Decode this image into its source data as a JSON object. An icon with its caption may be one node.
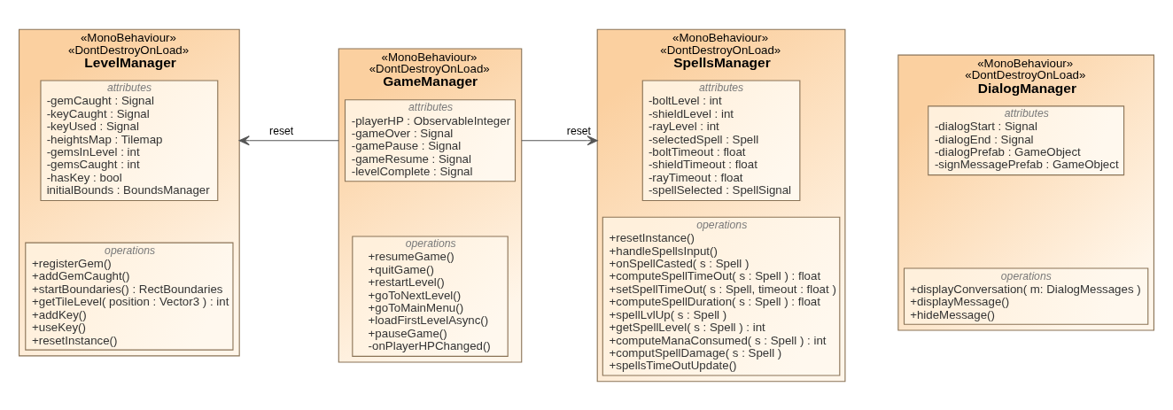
{
  "diagram": {
    "nodes": [
      {
        "text": [
          "«MonoBehaviour»",
          "«DontDestroyOnLoad»",
          "LevelManager"
        ]
      },
      {
        "text": [
          "attributes",
          "-gemCaught : Signal",
          "-keyCaught : Signal",
          "-keyUsed : Signal",
          "-heightsMap : Tilemap",
          "-gemsInLevel : int",
          "-gemsCaught : int",
          "-hasKey : bool",
          "initialBounds : BoundsManager"
        ],
        "in": 0
      },
      {
        "text": [
          "operations",
          "+registerGem()",
          "+addGemCaught()",
          "+startBoundaries() : RectBoundaries",
          "+getTileLevel( position : Vector3 ) : int",
          "+addKey()",
          "+useKey()",
          "+resetInstance()"
        ],
        "in": 0
      },
      {
        "text": [
          "«MonoBehaviour»",
          "«DontDestroyOnLoad»",
          "GameManager"
        ]
      },
      {
        "text": [
          "attributes",
          "-playerHP : ObservableInteger",
          "-gameOver : Signal",
          "-gamePause : Signal",
          "-gameResume : Signal",
          "-levelComplete : Signal"
        ],
        "in": 3
      },
      {
        "text": [
          "operations",
          "+resumeGame()",
          "+quitGame()",
          "+restartLevel()",
          "+goToNextLevel()",
          "+goToMainMenu()",
          "+loadFirstLevelAsync()",
          "+pauseGame()",
          "-onPlayerHPChanged()"
        ],
        "in": 3
      },
      {
        "text": [
          "«MonoBehaviour»",
          "«DontDestroyOnLoad»",
          "SpellsManager"
        ]
      },
      {
        "text": [
          "attributes",
          "-boltLevel : int",
          "-shieldLevel : int",
          "-rayLevel : int",
          "-selectedSpell : Spell",
          "-boltTimeout : float",
          "-shieldTimeout : float",
          "-rayTimeout : float",
          "-spellSelected : SpellSignal"
        ],
        "in": 6
      },
      {
        "text": [
          "operations",
          "+resetInstance()",
          "+handleSpellsInput()",
          "+onSpellCasted( s : Spell )",
          "+computeSpellTimeOut( s : Spell ) : float",
          "+setSpellTimeOut( s : Spell, timeout : float )",
          "+computeSpellDuration( s : Spell ) : float",
          "+spellLvlUp( s : Spell )",
          "+getSpellLevel( s : Spell ) : int",
          "+computeManaConsumed( s : Spell ) : int",
          "+computSpellDamage( s : Spell )",
          "+spellsTimeOutUpdate()"
        ],
        "in": 6
      },
      {
        "text": [
          "«MonoBehaviour»",
          "«DontDestroyOnLoad»",
          "DialogManager"
        ]
      },
      {
        "text": [
          "attributes",
          "-dialogStart : Signal",
          "-dialogEnd : Signal",
          "-dialogPrefab : GameObject",
          "-signMessagePrefab : GameObject"
        ],
        "in": 9
      },
      {
        "text": [
          "operations",
          "+displayConversation( m: DialogMessages )",
          "+displayMessage()",
          "+hideMessage()"
        ],
        "in": 9
      }
    ],
    "edges": [
      {
        "from": 3,
        "to": 0,
        "arrow": "to",
        "label": "reset"
      },
      {
        "from": 3,
        "to": 6,
        "arrow": "to",
        "label": "reset"
      }
    ]
  }
}
